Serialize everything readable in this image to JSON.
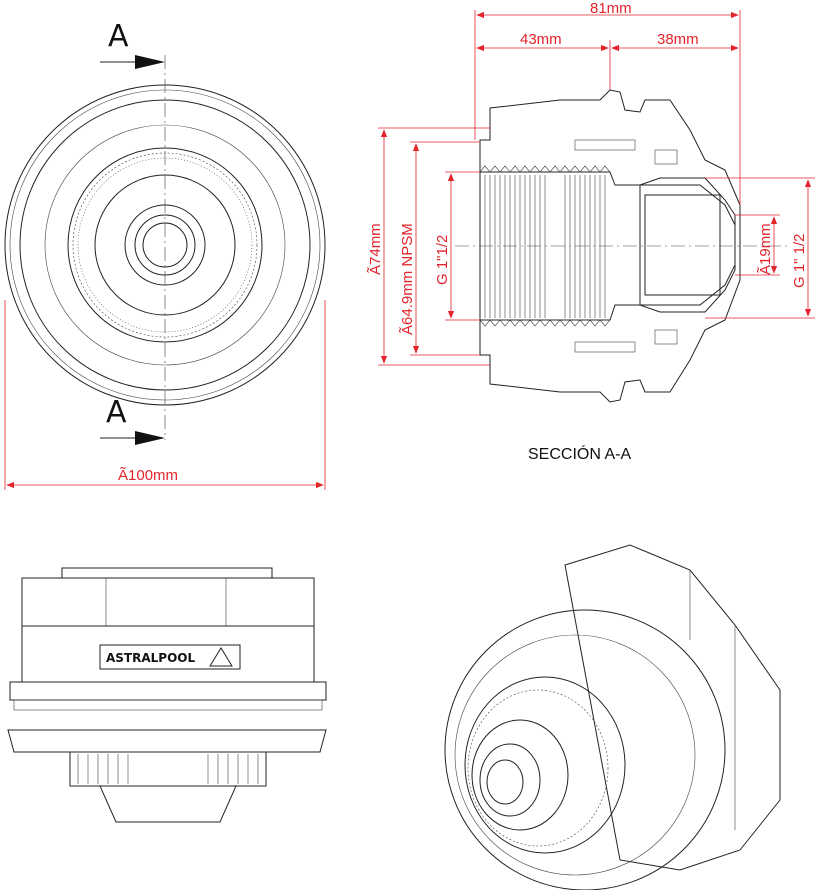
{
  "front_view": {
    "section_mark_top": "A",
    "section_mark_bottom": "A",
    "diameter_label": "Ã100mm"
  },
  "section_view": {
    "title": "SECCIÓN A-A",
    "overall_length": "81mm",
    "length_left": "43mm",
    "length_right": "38mm",
    "outer_diameter": "Ã74mm",
    "npsm_diameter": "Ã64.9mm NPSM",
    "thread_left": "G 1\"1/2",
    "nozzle_diameter": "Ã19mm",
    "thread_right": "G 1\" 1/2"
  },
  "side_view": {
    "brand": "ASTRALPOOL"
  },
  "colors": {
    "dimension": "#e3242b",
    "line": "#222222"
  }
}
